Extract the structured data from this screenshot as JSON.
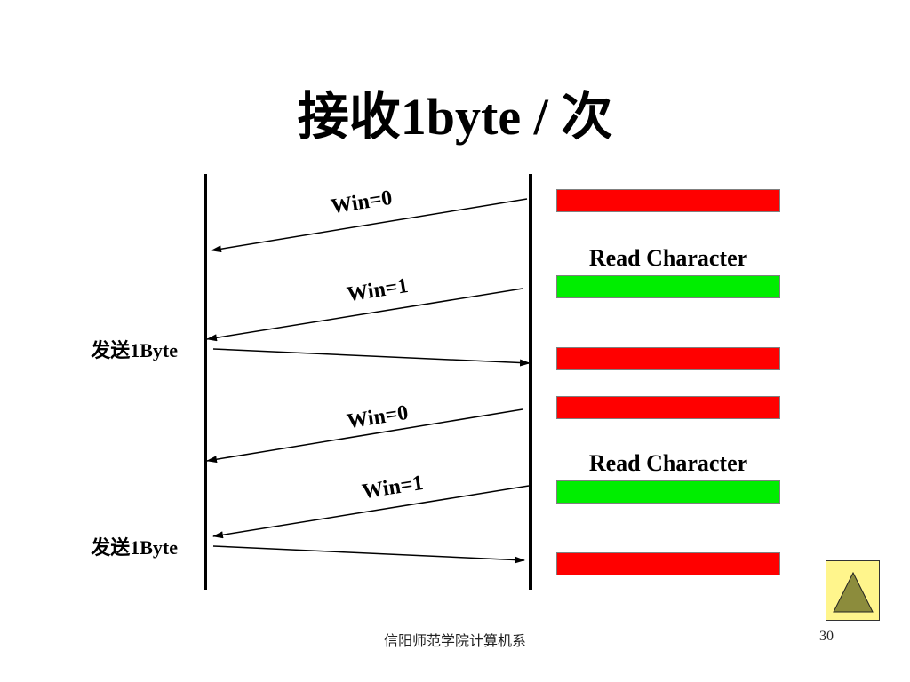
{
  "slide": {
    "title": "接收1byte / 次",
    "footer": "信阳师范学院计算机系",
    "page_number": "30"
  },
  "diagram": {
    "messages": [
      {
        "label": "Win=0",
        "direction": "receiver-to-sender"
      },
      {
        "label": "Win=1",
        "direction": "receiver-to-sender"
      },
      {
        "label": "发送1Byte",
        "direction": "sender-to-receiver"
      },
      {
        "label": "Win=0",
        "direction": "receiver-to-sender"
      },
      {
        "label": "Win=1",
        "direction": "receiver-to-sender"
      },
      {
        "label": "发送1Byte",
        "direction": "sender-to-receiver"
      }
    ],
    "read_labels": [
      "Read Character",
      "Read Character"
    ],
    "buffer_states": [
      "full",
      "empty",
      "full",
      "full",
      "empty",
      "full"
    ]
  },
  "colors": {
    "full": "#ff0000",
    "empty": "#00ee00",
    "nav_button_bg": "#fff58c",
    "nav_triangle": "#8c8c3c"
  },
  "icons": {
    "nav_button": "triangle-up-icon"
  }
}
